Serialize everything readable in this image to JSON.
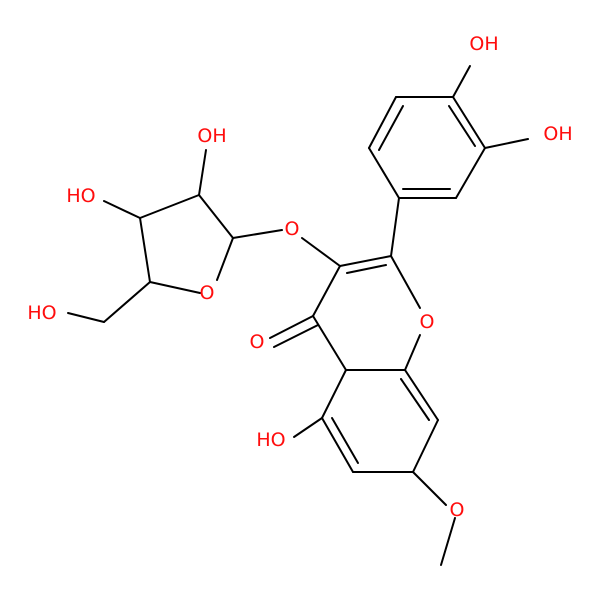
{
  "colors": {
    "background": "#ffffff",
    "bond": "#000000",
    "oxygen": "#ff0d0d"
  },
  "labels": {
    "oh_top": "OH",
    "oh_b_meta": "OH",
    "oh_sugar_c2": "OH",
    "ho_sugar_c3": "HO",
    "ho_sugar_ch2": "HO",
    "o_glycosidic": "O",
    "o_ring_sugar": "O",
    "o_ring_pyran": "O",
    "o_carbonyl": "O",
    "ho_c5": "HO",
    "o_methoxy": "O"
  }
}
